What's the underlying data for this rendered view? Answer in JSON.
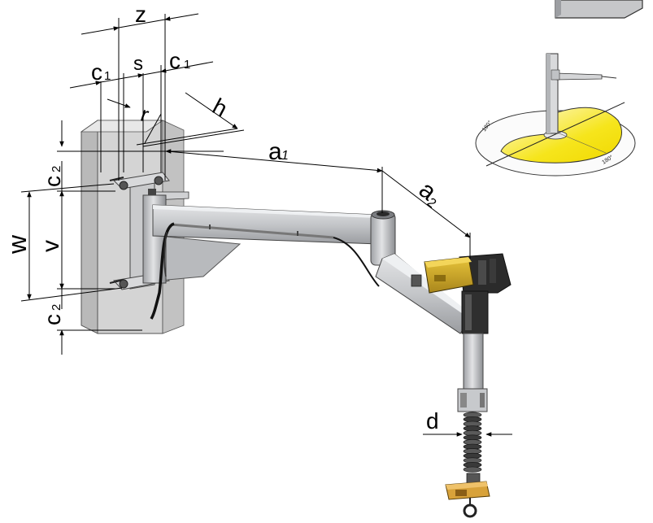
{
  "dimensions": {
    "z": "z",
    "s": "s",
    "c1_left": {
      "base": "c",
      "sub": "1"
    },
    "c1_right": {
      "base": "c",
      "sub": "1"
    },
    "r": "r",
    "h": "h",
    "c2_top": {
      "base": "c",
      "sub": "2"
    },
    "c2_bottom": {
      "base": "c",
      "sub": "2"
    },
    "w": "w",
    "v": "v",
    "a1": {
      "base": "a",
      "sub": "1"
    },
    "a2": {
      "base": "a",
      "sub": "2"
    },
    "d": "d"
  },
  "inset": {
    "angle_left": "180°",
    "angle_right": "180°"
  },
  "colors": {
    "wall": "#cfcfcf",
    "arm": "#c9cacc",
    "arm_dark": "#8e9094",
    "motor_yellow": "#d8b42a",
    "motor_black": "#2a2a2a",
    "reach_yellow": "#f4e21a",
    "hook_orange": "#d8a23a"
  }
}
